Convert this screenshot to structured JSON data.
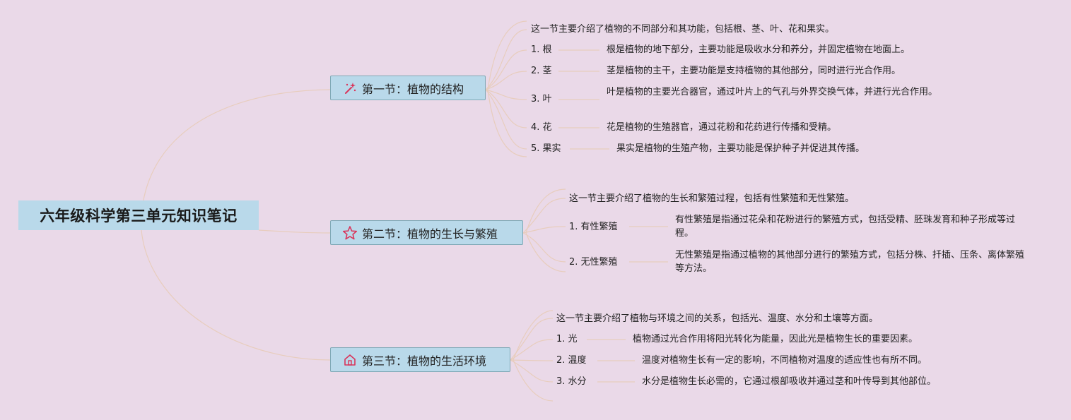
{
  "root": {
    "title": "六年级科学第三单元知识笔记"
  },
  "sections": [
    {
      "title": "第一节：植物的结构",
      "icon": "magic-wand-icon",
      "intro": "这一节主要介绍了植物的不同部分和其功能，包括根、茎、叶、花和果实。",
      "items": [
        {
          "label": "1. 根",
          "desc": "根是植物的地下部分，主要功能是吸收水分和养分，并固定植物在地面上。"
        },
        {
          "label": "2. 茎",
          "desc": "茎是植物的主干，主要功能是支持植物的其他部分，同时进行光合作用。"
        },
        {
          "label": "3. 叶",
          "desc": "叶是植物的主要光合器官，通过叶片上的气孔与外界交换气体，并进行光合作用。"
        },
        {
          "label": "4. 花",
          "desc": "花是植物的生殖器官，通过花粉和花药进行传播和受精。"
        },
        {
          "label": "5. 果实",
          "desc": "果实是植物的生殖产物，主要功能是保护种子并促进其传播。"
        }
      ]
    },
    {
      "title": "第二节：植物的生长与繁殖",
      "icon": "star-icon",
      "intro": "这一节主要介绍了植物的生长和繁殖过程，包括有性繁殖和无性繁殖。",
      "items": [
        {
          "label": "1. 有性繁殖",
          "desc": "有性繁殖是指通过花朵和花粉进行的繁殖方式，包括受精、胚珠发育和种子形成等过程。"
        },
        {
          "label": "2. 无性繁殖",
          "desc": "无性繁殖是指通过植物的其他部分进行的繁殖方式，包括分株、扦插、压条、离体繁殖等方法。"
        }
      ]
    },
    {
      "title": "第三节：植物的生活环境",
      "icon": "home-icon",
      "intro": "这一节主要介绍了植物与环境之间的关系，包括光、温度、水分和土壤等方面。",
      "items": [
        {
          "label": "1. 光",
          "desc": "植物通过光合作用将阳光转化为能量，因此光是植物生长的重要因素。"
        },
        {
          "label": "2. 温度",
          "desc": "温度对植物生长有一定的影响，不同植物对温度的适应性也有所不同。"
        },
        {
          "label": "3. 水分",
          "desc": "水分是植物生长必需的，它通过根部吸收并通过茎和叶传导到其他部位。"
        }
      ]
    }
  ],
  "colors": {
    "background": "#ead9e8",
    "node_fill": "#b9d9ea",
    "node_border": "#7fa8b5",
    "connector": "#e6c9b8",
    "icon": "#d9345a"
  }
}
